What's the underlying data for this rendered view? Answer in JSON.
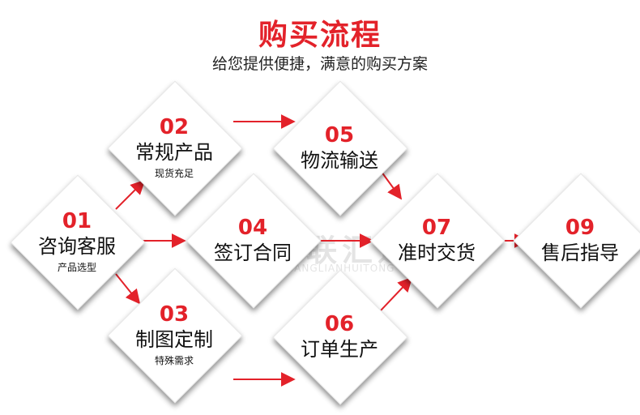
{
  "header": {
    "title": "购买流程",
    "subtitle": "给您提供便捷，满意的购买方案"
  },
  "steps": [
    {
      "num": "01",
      "label": "咨询客服",
      "sub": "产品选型"
    },
    {
      "num": "02",
      "label": "常规产品",
      "sub": "现货充足"
    },
    {
      "num": "03",
      "label": "制图定制",
      "sub": "特殊需求"
    },
    {
      "num": "04",
      "label": "签订合同",
      "sub": ""
    },
    {
      "num": "05",
      "label": "物流输送",
      "sub": ""
    },
    {
      "num": "06",
      "label": "订单生产",
      "sub": ""
    },
    {
      "num": "07",
      "label": "准时交货",
      "sub": ""
    },
    {
      "num": "09",
      "label": "售后指导",
      "sub": ""
    }
  ],
  "watermark": {
    "name": "创联汇通",
    "latin": "CHUANGLIANHUITONG"
  },
  "colors": {
    "accent": "#e3222a",
    "text": "#111111"
  }
}
